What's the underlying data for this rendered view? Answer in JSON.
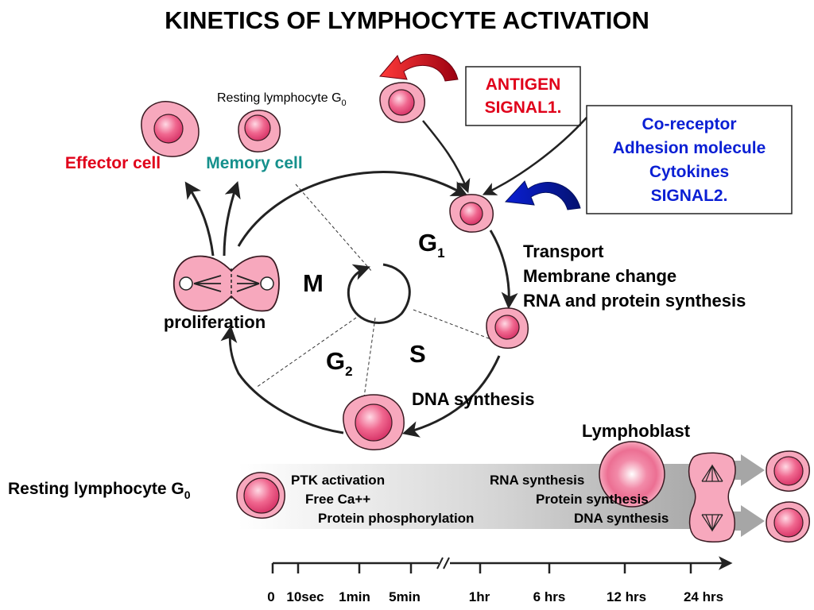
{
  "title": "KINETICS OF LYMPHOCYTE ACTIVATION",
  "top_cell_label": {
    "text": "Resting lymphocyte G",
    "sub": "0"
  },
  "signal1_box": {
    "line1": "ANTIGEN",
    "line2": "SIGNAL1.",
    "color": "#e0001a"
  },
  "signal2_box": {
    "lines": [
      "Co-receptor",
      "Adhesion molecule",
      "Cytokines",
      "SIGNAL2."
    ],
    "color": "#0a1fd4"
  },
  "effector_label": {
    "text": "Effector cell",
    "color": "#e0001a"
  },
  "memory_label": {
    "text": "Memory cell",
    "color": "#15908c"
  },
  "phases": {
    "g1": {
      "letter": "G",
      "sub": "1"
    },
    "m": {
      "letter": "M"
    },
    "s": {
      "letter": "S"
    },
    "g2": {
      "letter": "G",
      "sub": "2"
    }
  },
  "proliferation_label": "proliferation",
  "g1_events": [
    "Transport",
    "Membrane change",
    "RNA and protein synthesis"
  ],
  "dna_synthesis_label": "DNA synthesis",
  "lymphoblast_label": "Lymphoblast",
  "bottom_cell_label": {
    "text": "Resting lymphocyte G",
    "sub": "0"
  },
  "early_events": [
    "PTK activation",
    "Free Ca++",
    "Protein phosphorylation"
  ],
  "late_events": [
    "RNA synthesis",
    "Protein synthesis",
    "DNA synthesis"
  ],
  "timeline_ticks": [
    "0",
    "10sec",
    "1min",
    "5min",
    "1hr",
    "6 hrs",
    "12 hrs",
    "24 hrs"
  ],
  "colors": {
    "cell_fill": "#f7a8bd",
    "nucleus_fill": "#e94f7e",
    "arrow_red": "#d9001b",
    "arrow_blue": "#0b2fd6",
    "outline": "#3a1a22"
  }
}
